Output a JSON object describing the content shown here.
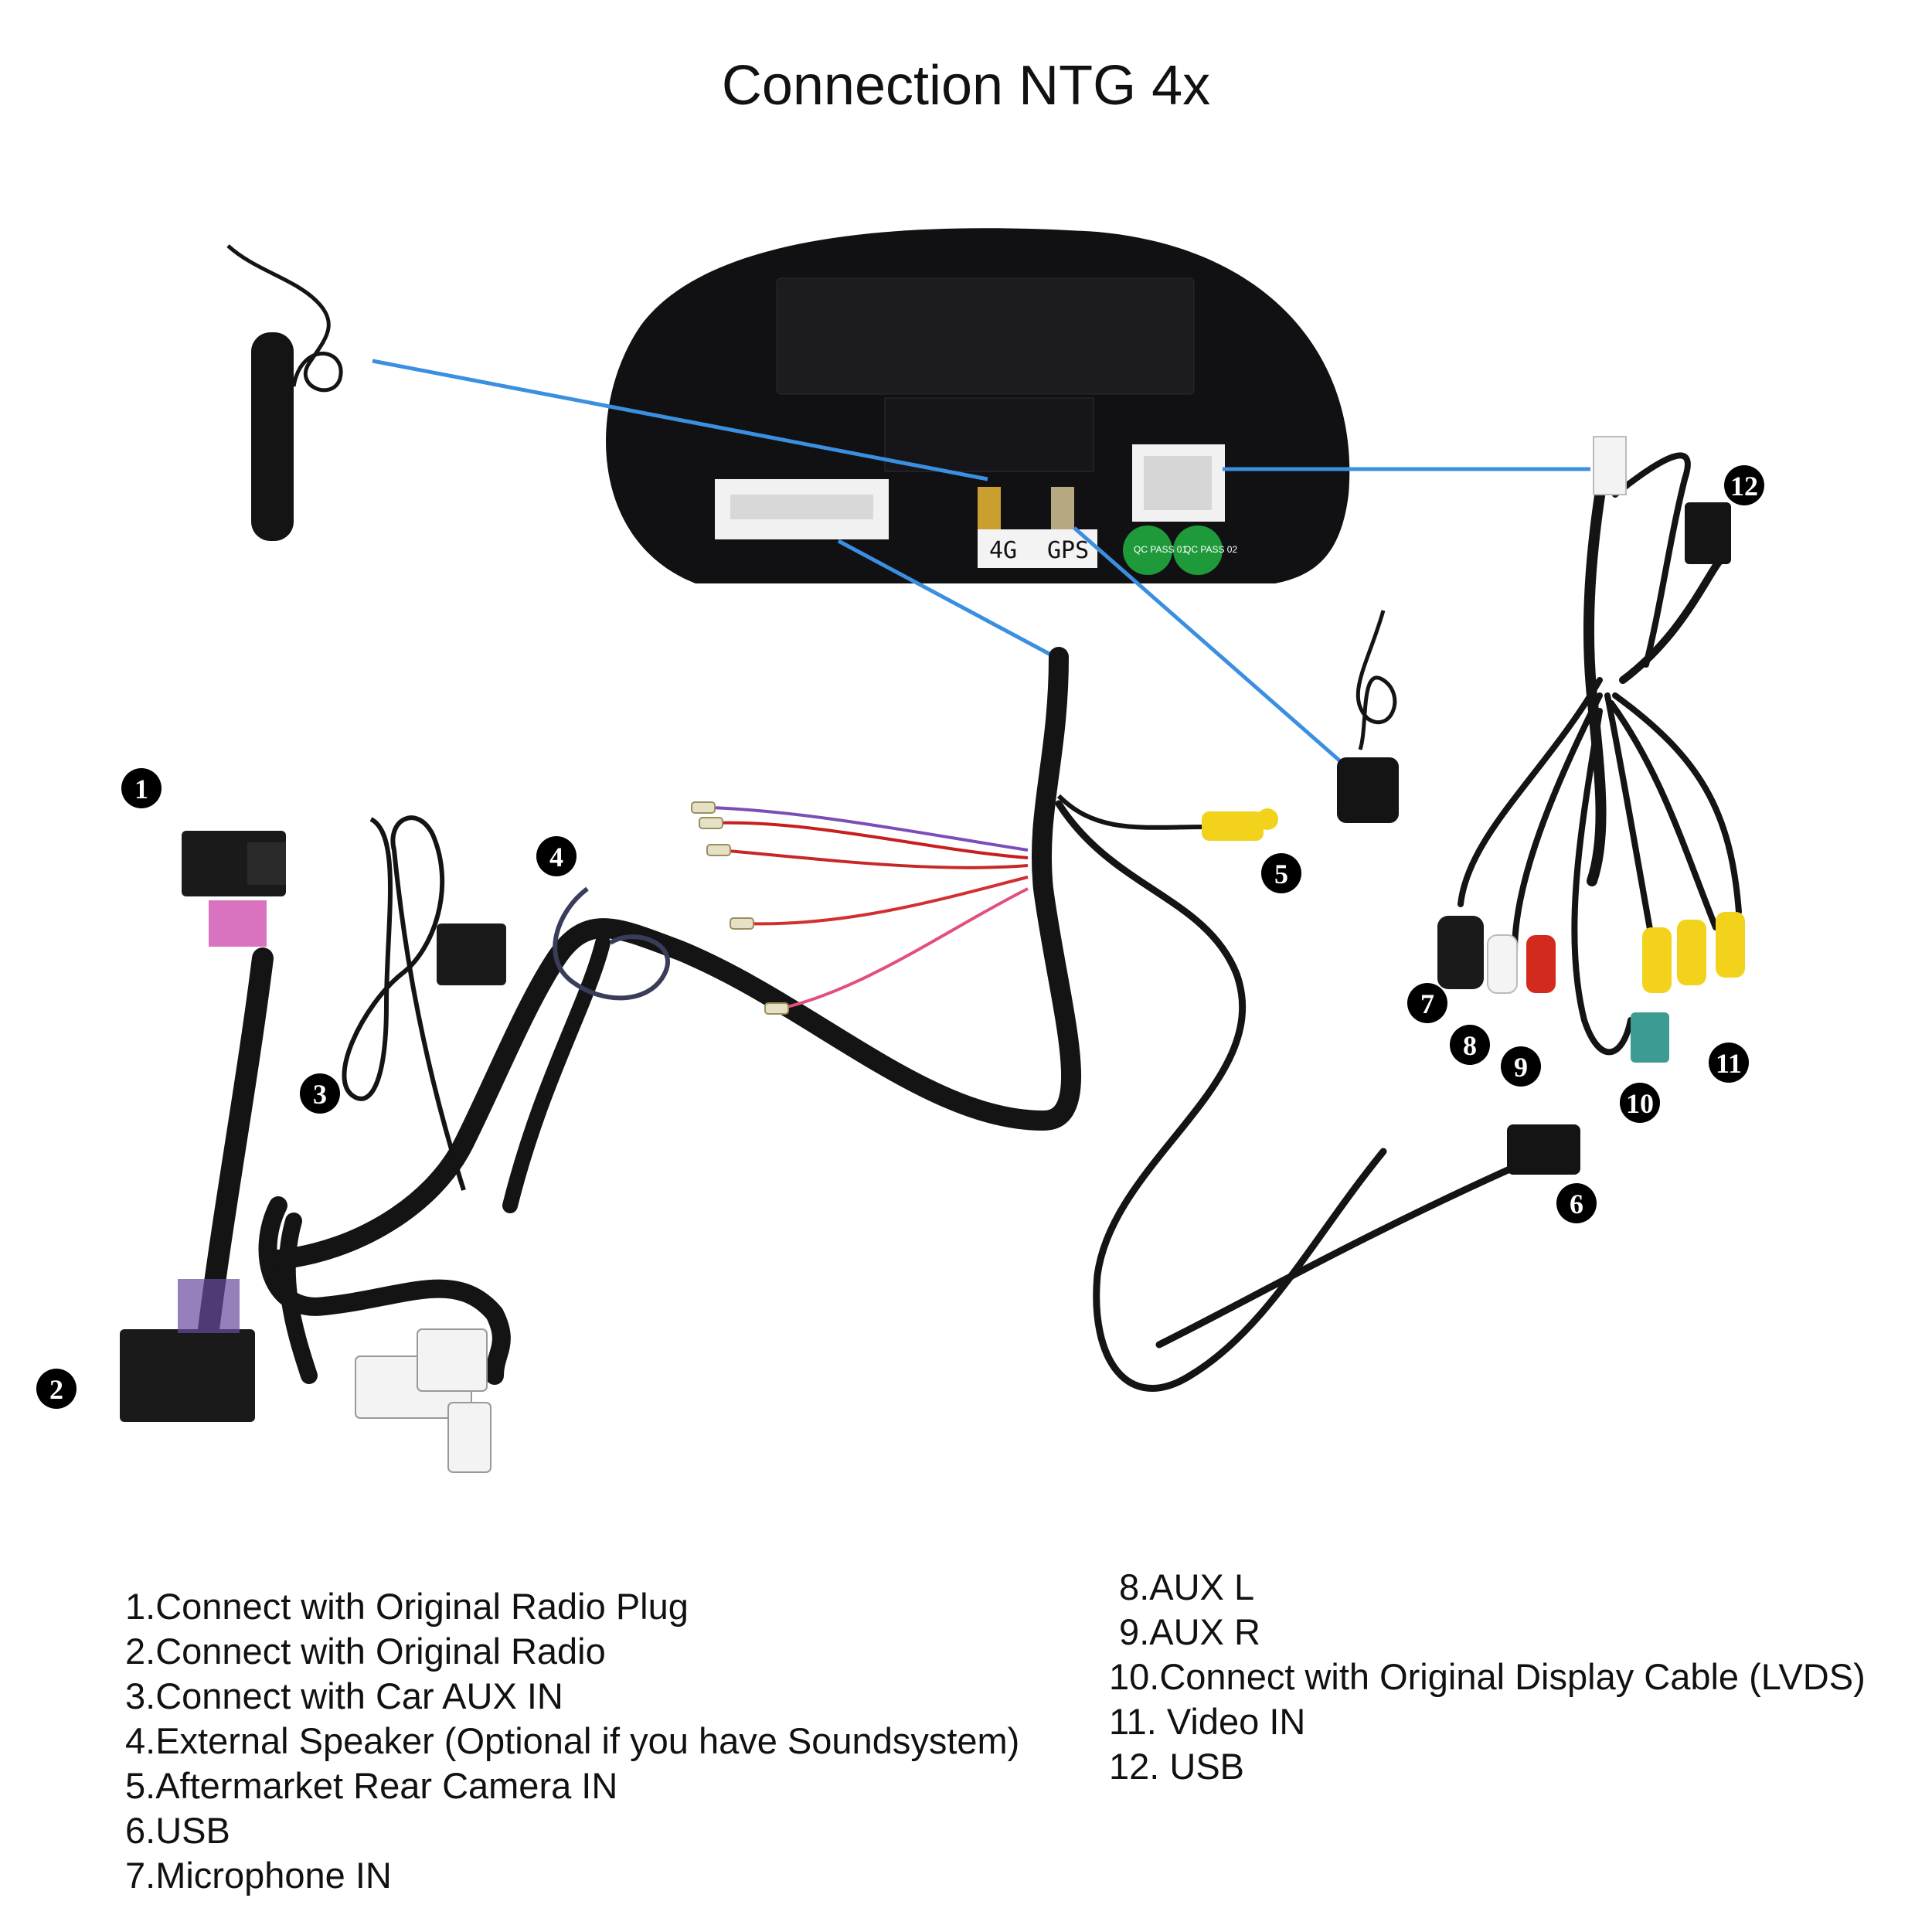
{
  "title": "Connection NTG 4x",
  "ports": {
    "port_4g": "4G",
    "port_gps": "GPS",
    "qc1": "QC PASS 01",
    "qc2": "QC PASS 02"
  },
  "markers": [
    "1",
    "2",
    "3",
    "4",
    "5",
    "6",
    "7",
    "8",
    "9",
    "10",
    "11",
    "12"
  ],
  "legend_left": [
    "1.Connect with Original Radio Plug",
    "2.Connect with Original Radio",
    "3.Connect with Car AUX IN",
    "4.External Speaker (Optional if you have Soundsystem)",
    "5.Aftermarket Rear Camera IN",
    "6.USB",
    "7.Microphone IN"
  ],
  "legend_right": [
    " 8.AUX L",
    " 9.AUX R",
    "10.Connect with Original Display Cable (LVDS)",
    "11. Video IN",
    "12. USB"
  ],
  "colors": {
    "connector_line": "#3b8fe0",
    "cable": "#141414",
    "qc_green": "#1f9a3a",
    "rca_yellow": "#f2d21b",
    "rca_red": "#d42a1e"
  }
}
